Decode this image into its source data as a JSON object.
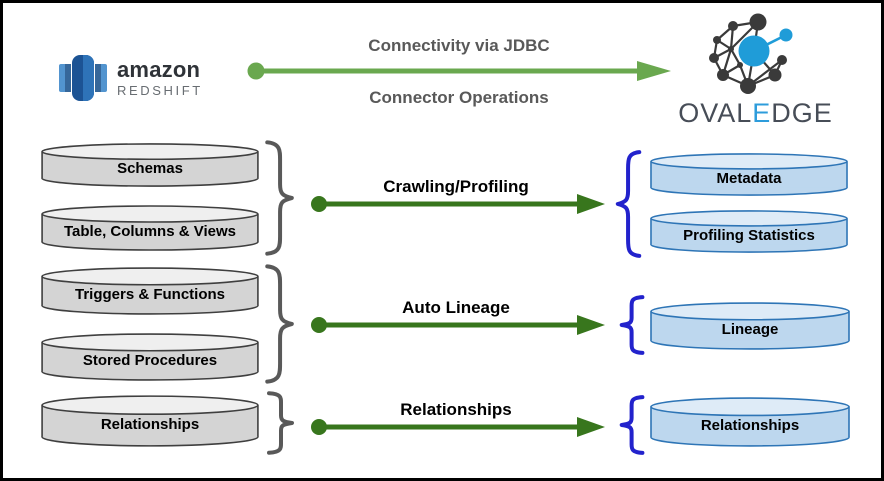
{
  "header": {
    "redshift": {
      "brand": "amazon",
      "product": "REDSHIFT"
    },
    "connectivity_label": "Connectivity via JDBC",
    "operations_label": "Connector Operations",
    "ovaledge": {
      "word_pre": "OVAL",
      "word_mid": "E",
      "word_post": "DGE"
    }
  },
  "source_items": [
    {
      "label": "Schemas"
    },
    {
      "label": "Table, Columns & Views"
    },
    {
      "label": "Triggers & Functions"
    },
    {
      "label": "Stored Procedures"
    },
    {
      "label": "Relationships"
    }
  ],
  "operations": [
    {
      "label": "Crawling/Profiling"
    },
    {
      "label": "Auto Lineage"
    },
    {
      "label": "Relationships"
    }
  ],
  "target_items": [
    {
      "label": "Metadata"
    },
    {
      "label": "Profiling Statistics"
    },
    {
      "label": "Lineage"
    },
    {
      "label": "Relationships"
    }
  ],
  "colors": {
    "green_light": "#6AA84F",
    "green_dark": "#38761D",
    "brace_gray": "#595959",
    "brace_blue": "#2222CC",
    "header_text": "#595959",
    "cyl_gray_body": "#D4D4D4",
    "cyl_gray_border": "#3F3F3F",
    "cyl_blue_body": "#BDD7EE",
    "cyl_blue_border": "#2E75B6",
    "ovaledge_blue": "#2D9CDB",
    "node_dark": "#3A3A3A",
    "redshift_blue": "#2E73B8"
  }
}
